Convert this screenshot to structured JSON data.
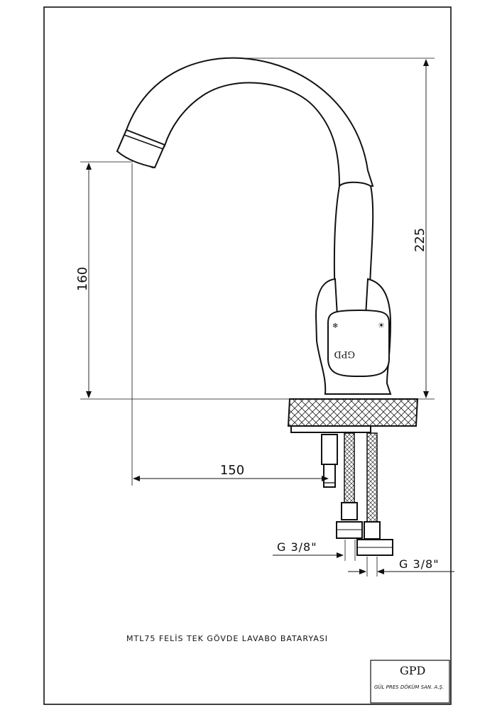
{
  "dimensions": {
    "total_height": "225",
    "spout_height": "160",
    "spout_reach": "150",
    "hose_thread_left": "G  3/8\"",
    "hose_thread_right": "G  3/8\""
  },
  "handle_marks": {
    "cold_symbol": "❄",
    "hot_symbol": "☀",
    "body_logo": "GPD"
  },
  "title": "MTL75   FELİS  TEK  GÖVDE  LAVABO  BATARYASI",
  "title_block": {
    "logo": "GPD",
    "company": "GÜL  PRES  DÖKÜM  SAN. A.Ş."
  }
}
